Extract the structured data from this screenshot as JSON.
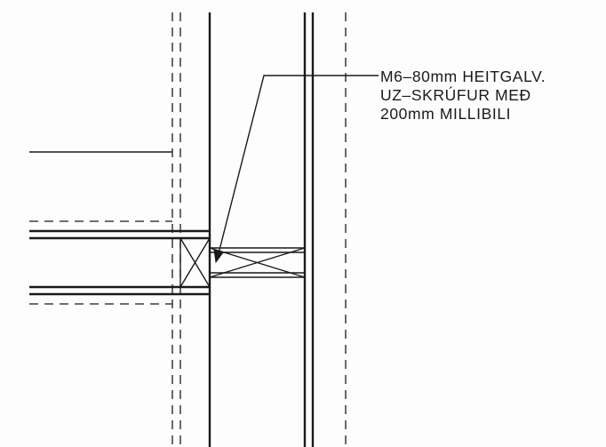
{
  "annotation": {
    "line1": "M6–80mm HEITGALV.",
    "line2": "UZ–SKRÚFUR MEÐ",
    "line3": "200mm MILLIBILI"
  },
  "colors": {
    "ink": "#1a1a1a",
    "paper": "#fdfdfd"
  }
}
